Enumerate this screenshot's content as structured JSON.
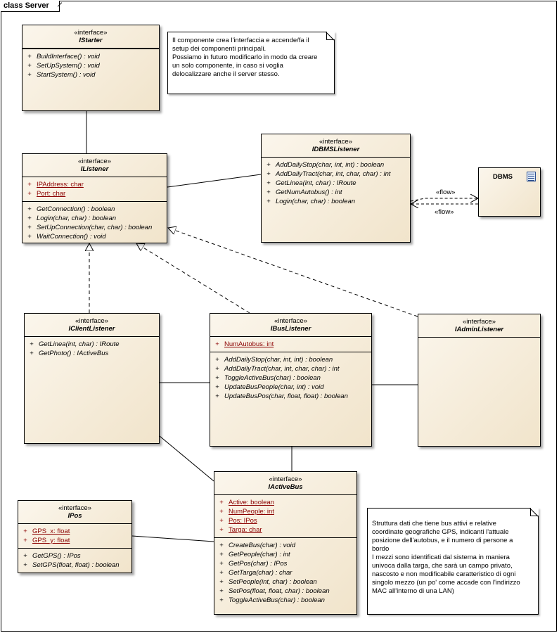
{
  "diagram": {
    "frame_title": "class Server"
  },
  "classes": {
    "istarter": {
      "stereotype": "«interface»",
      "name": "IStarter",
      "attributes": [],
      "operations": [
        {
          "vis": "+",
          "text": "BuildInterface() : void"
        },
        {
          "vis": "+",
          "text": "SetUpSystem() : void"
        },
        {
          "vis": "+",
          "text": "StartSystem() : void"
        }
      ]
    },
    "ilistener": {
      "stereotype": "«interface»",
      "name": "IListener",
      "attributes": [
        {
          "vis": "+",
          "text": "IPAddress:  char"
        },
        {
          "vis": "+",
          "text": "Port:  char"
        }
      ],
      "operations": [
        {
          "vis": "+",
          "text": "GetConnection() : boolean"
        },
        {
          "vis": "+",
          "text": "Login(char, char) : boolean"
        },
        {
          "vis": "+",
          "text": "SetUpConnection(char, char) : boolean"
        },
        {
          "vis": "+",
          "text": "WaitConnection() : void"
        }
      ]
    },
    "idbmslistener": {
      "stereotype": "«interface»",
      "name": "IDBMSListener",
      "attributes": [],
      "operations": [
        {
          "vis": "+",
          "text": "AddDailyStop(char, int, int) : boolean"
        },
        {
          "vis": "+",
          "text": "AddDailyTract(char, int, char, char) : int"
        },
        {
          "vis": "+",
          "text": "GetLinea(int, char) : IRoute"
        },
        {
          "vis": "+",
          "text": "GetNumAutobus() : int"
        },
        {
          "vis": "+",
          "text": "Login(char, char) : boolean"
        }
      ]
    },
    "iclientlistener": {
      "stereotype": "«interface»",
      "name": "IClientListener",
      "attributes": [],
      "operations": [
        {
          "vis": "+",
          "text": "GetLinea(int, char) : IRoute"
        },
        {
          "vis": "+",
          "text": "GetPhoto() : IActiveBus"
        }
      ]
    },
    "ibuslistener": {
      "stereotype": "«interface»",
      "name": "IBusListener",
      "attributes": [
        {
          "vis": "+",
          "text": "NumAutobus:  int"
        }
      ],
      "operations": [
        {
          "vis": "+",
          "text": "AddDailyStop(char, int, int) : boolean"
        },
        {
          "vis": "+",
          "text": "AddDailyTract(char, int, char, char) : int"
        },
        {
          "vis": "+",
          "text": "ToggleActiveBus(char) : boolean"
        },
        {
          "vis": "+",
          "text": "UpdateBusPeople(char, int) : void"
        },
        {
          "vis": "+",
          "text": "UpdateBusPos(char, float, float) : boolean"
        }
      ]
    },
    "iadminlistener": {
      "stereotype": "«interface»",
      "name": "IAdminListener",
      "attributes": [],
      "operations": []
    },
    "iactivebus": {
      "stereotype": "«interface»",
      "name": "IActiveBus",
      "attributes": [
        {
          "vis": "+",
          "text": "Active:  boolean"
        },
        {
          "vis": "+",
          "text": "NumPeople:  int"
        },
        {
          "vis": "+",
          "text": "Pos:  IPos"
        },
        {
          "vis": "+",
          "text": "Targa:  char"
        }
      ],
      "operations": [
        {
          "vis": "+",
          "text": "CreateBus(char) : void"
        },
        {
          "vis": "+",
          "text": "GetPeople(char) : int"
        },
        {
          "vis": "+",
          "text": "GetPos(char) : IPos"
        },
        {
          "vis": "+",
          "text": "GetTarga(char) : char"
        },
        {
          "vis": "+",
          "text": "SetPeople(int, char) : boolean"
        },
        {
          "vis": "+",
          "text": "SetPos(float, float, char) : boolean"
        },
        {
          "vis": "+",
          "text": "ToggleActiveBus(char) : boolean"
        }
      ]
    },
    "ipos": {
      "stereotype": "«interface»",
      "name": "IPos",
      "attributes": [
        {
          "vis": "+",
          "text": "GPS_x:  float"
        },
        {
          "vis": "+",
          "text": "GPS_y:  float"
        }
      ],
      "operations": [
        {
          "vis": "+",
          "text": "GetGPS() : IPos"
        },
        {
          "vis": "+",
          "text": "SetGPS(float, float) : boolean"
        }
      ]
    }
  },
  "dbms": {
    "name": "DBMS"
  },
  "flows": {
    "upper_label": "«flow»",
    "lower_label": "«flow»"
  },
  "notes": {
    "starter_note": [
      "Il componente crea l'interfaccia e accende/fa il",
      "setup dei componenti principali.",
      "Possiamo in futuro modificarlo in modo da creare",
      "un solo componente, in caso si voglia",
      "delocalizzare anche il server stesso."
    ],
    "activebus_note": [
      "Struttura dati che tiene bus attivi e relative",
      "coordinate geografiche GPS, indicanti l'attuale",
      "posizione dell'autobus, e il numero di persone a",
      "bordo",
      "I mezzi sono identificati dal sistema in maniera",
      "univoca dalla targa, che sarà un campo privato,",
      "nascosto e non modificabile caratteristico di ogni",
      "singolo mezzo (un po' come accade con l'indirizzo",
      "MAC all'interno di una LAN)"
    ]
  }
}
